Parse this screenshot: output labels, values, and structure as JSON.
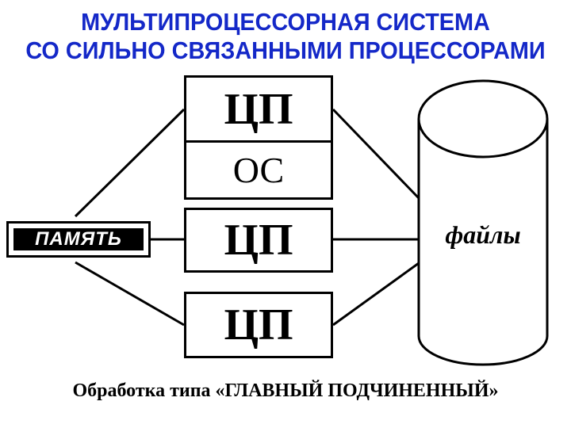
{
  "title": {
    "line1": "МУЛЬТИПРОЦЕССОРНАЯ СИСТЕМА",
    "line2": "СО СИЛЬНО СВЯЗАННЫМИ ПРОЦЕССОРАМИ"
  },
  "nodes": {
    "memory": "ПАМЯТЬ",
    "cpu1": "ЦП",
    "os": "ОС",
    "cpu2": "ЦП",
    "cpu3": "ЦП",
    "files": "файлы"
  },
  "caption": "Обработка типа «ГЛАВНЫЙ ПОДЧИНЕННЫЙ»",
  "colors": {
    "title": "#1428c8",
    "lines": "#000000",
    "background": "#ffffff"
  }
}
